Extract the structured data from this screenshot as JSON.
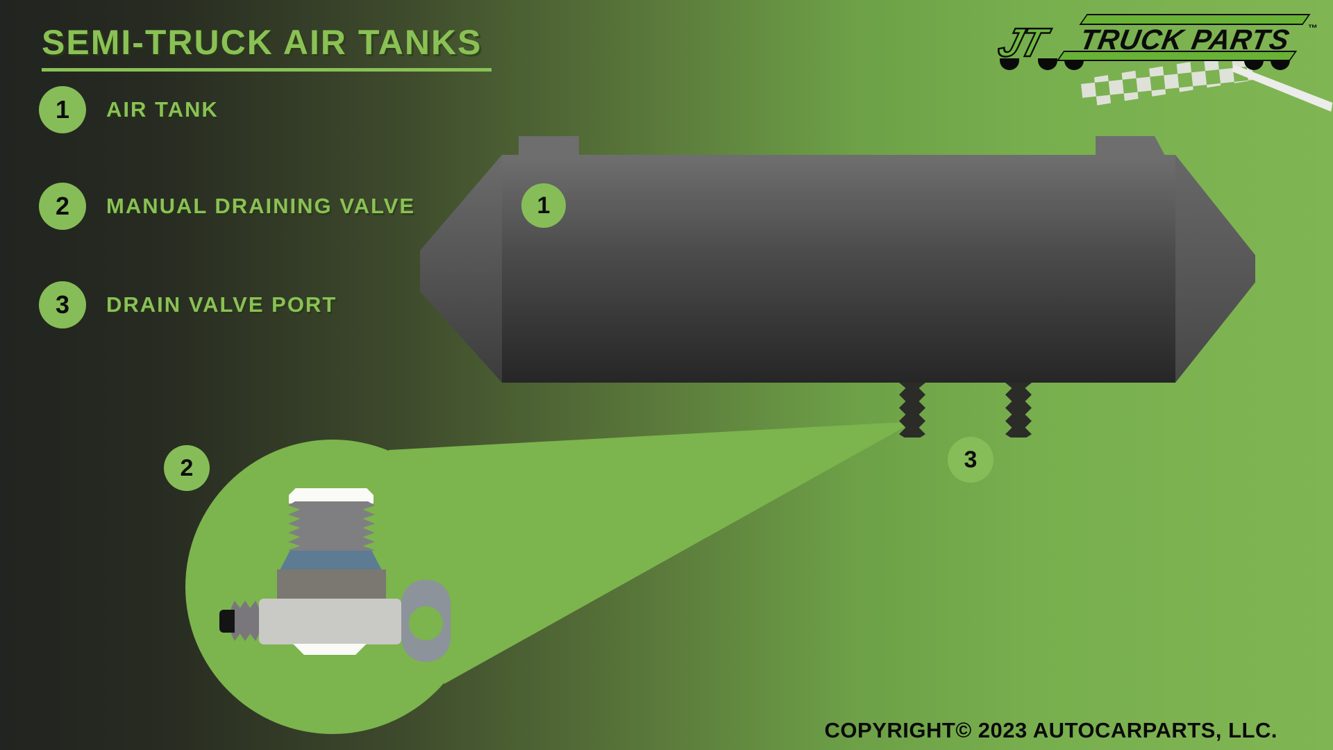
{
  "title": {
    "text": "SEMI-TRUCK AIR TANKS"
  },
  "legend": {
    "items": [
      {
        "number": "1",
        "label": "AIR TANK"
      },
      {
        "number": "2",
        "label": "MANUAL DRAINING VALVE"
      },
      {
        "number": "3",
        "label": "DRAIN VALVE PORT"
      }
    ]
  },
  "logo": {
    "monogram": "JT",
    "wordmark": "TRUCK PARTS",
    "trademark": "™"
  },
  "diagram": {
    "callouts": [
      {
        "number": "1"
      },
      {
        "number": "2"
      },
      {
        "number": "3"
      }
    ]
  },
  "footer": {
    "copyright": "COPYRIGHT© 2023 AUTOCARPARTS, LLC."
  },
  "colors": {
    "background_dark": "#232520",
    "background_green": "#7db350",
    "accent_green": "#8ac155",
    "magnifier_green": "#7cb44e",
    "badge_green": "#87bd58",
    "tank_gray_top": "#6f6f6f",
    "tank_gray_bottom": "#262626",
    "port_dark": "#2b2b28",
    "logo_green": "#68b236",
    "valve_blue_gray": "#5d7b93",
    "text_black": "#0b0b0b"
  }
}
